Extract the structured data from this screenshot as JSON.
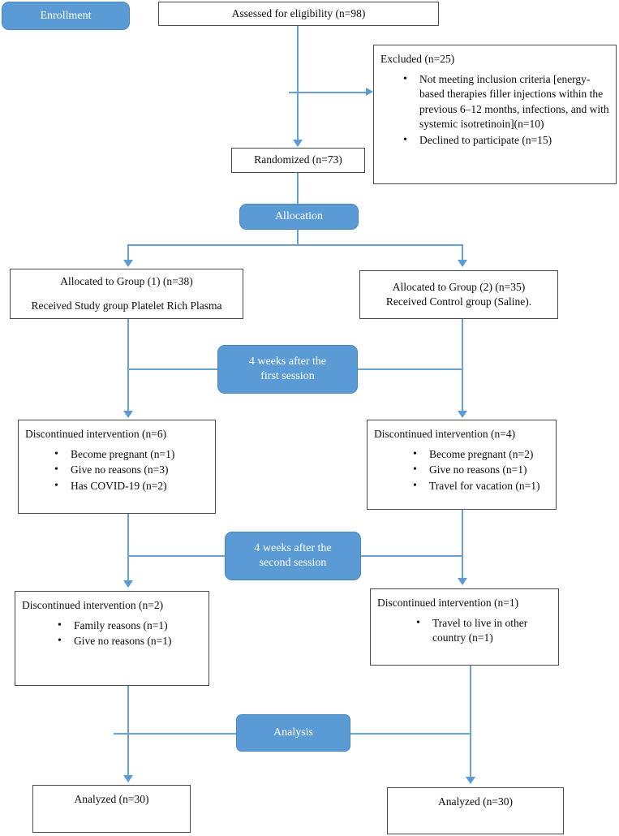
{
  "diagram": {
    "type": "consort-flow-diagram",
    "accent_color": "#5b9bd5",
    "box_border_color": "#4a4a4a",
    "connector_color": "#6ba2d6",
    "background": "#ffffff"
  },
  "stages": {
    "enrollment": "Enrollment",
    "allocation": "Allocation",
    "followup_1": "4 weeks after the first session",
    "followup_1_line1": "4 weeks after the",
    "followup_1_line2": "first session",
    "followup_2": "4 weeks after the second session",
    "followup_2_line1": "4 weeks after the",
    "followup_2_line2": "second session",
    "analysis": "Analysis"
  },
  "nodes": {
    "assessed": {
      "label": "Assessed for eligibility (n=98)",
      "n": 98
    },
    "excluded": {
      "title": "Excluded (n=25)",
      "n": 25,
      "reasons": [
        "Not meeting inclusion criteria [energy-based therapies filler injections within the previous 6–12 months, infections, and with systemic isotretinoin](n=10)",
        "Declined to participate (n=15)"
      ]
    },
    "randomized": {
      "label": "Randomized (n=73)",
      "n": 73
    },
    "allocated_group1": {
      "line1": "Allocated to Group (1) (n=38)",
      "line2": "Received Study group Platelet Rich Plasma",
      "n": 38
    },
    "allocated_group2": {
      "line1": "Allocated to Group (2) (n=35)",
      "line2": "Received Control group (Saline).",
      "n": 35
    },
    "discontinued_left_1": {
      "title": "Discontinued intervention (n=6)",
      "n": 6,
      "reasons": [
        "Become pregnant (n=1)",
        "Give no reasons (n=3)",
        "Has COVID-19 (n=2)"
      ]
    },
    "discontinued_right_1": {
      "title": "Discontinued intervention (n=4)",
      "n": 4,
      "reasons": [
        "Become pregnant (n=2)",
        "Give no reasons (n=1)",
        "Travel for vacation (n=1)"
      ]
    },
    "discontinued_left_2": {
      "title": "Discontinued intervention (n=2)",
      "n": 2,
      "reasons": [
        "Family reasons (n=1)",
        "Give no reasons (n=1)"
      ]
    },
    "discontinued_right_2": {
      "title": "Discontinued intervention (n=1)",
      "n": 1,
      "reasons": [
        "Travel to live in other country (n=1)"
      ]
    },
    "analyzed_left": {
      "label": "Analyzed (n=30)",
      "n": 30
    },
    "analyzed_right": {
      "label": "Analyzed (n=30)",
      "n": 30
    }
  }
}
